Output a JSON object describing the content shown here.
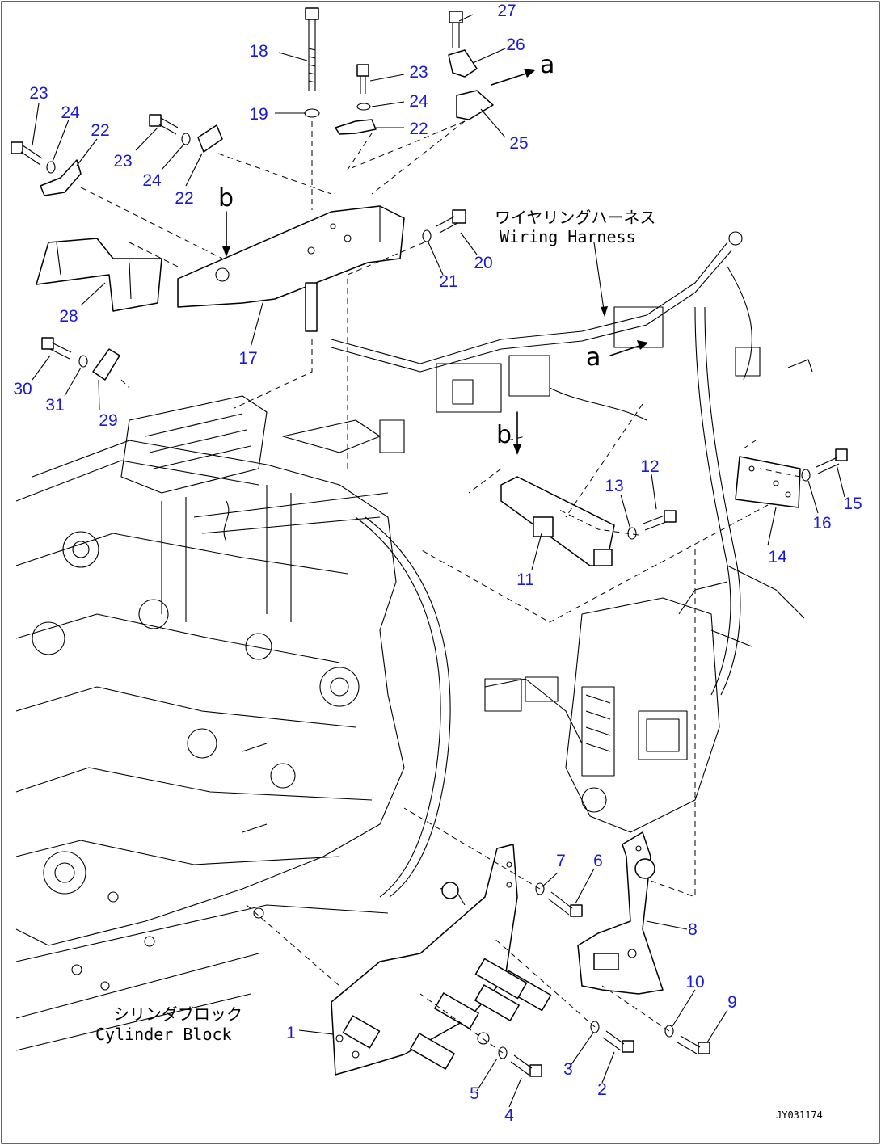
{
  "diagram": {
    "labels": {
      "wiring_harness_jp": "ワイヤリングハーネス",
      "wiring_harness_en": "Wiring Harness",
      "cylinder_block_jp": "シリンダブロック",
      "cylinder_block_en": "Cylinder Block",
      "view_a": "a",
      "view_b": "b",
      "drawing_code": "JY031174"
    },
    "callouts": {
      "c1": "1",
      "c2": "2",
      "c3": "3",
      "c4": "4",
      "c5": "5",
      "c6": "6",
      "c7": "7",
      "c8": "8",
      "c9": "9",
      "c10": "10",
      "c11": "11",
      "c12": "12",
      "c13": "13",
      "c14": "14",
      "c15": "15",
      "c16": "16",
      "c17": "17",
      "c18": "18",
      "c19": "19",
      "c20": "20",
      "c21": "21",
      "c22": "22",
      "c23": "23",
      "c24": "24",
      "c25": "25",
      "c26": "26",
      "c27": "27",
      "c28": "28",
      "c29": "29",
      "c30": "30",
      "c31": "31"
    },
    "callout_color": "#1a1ad6",
    "line_color": "#000000"
  }
}
